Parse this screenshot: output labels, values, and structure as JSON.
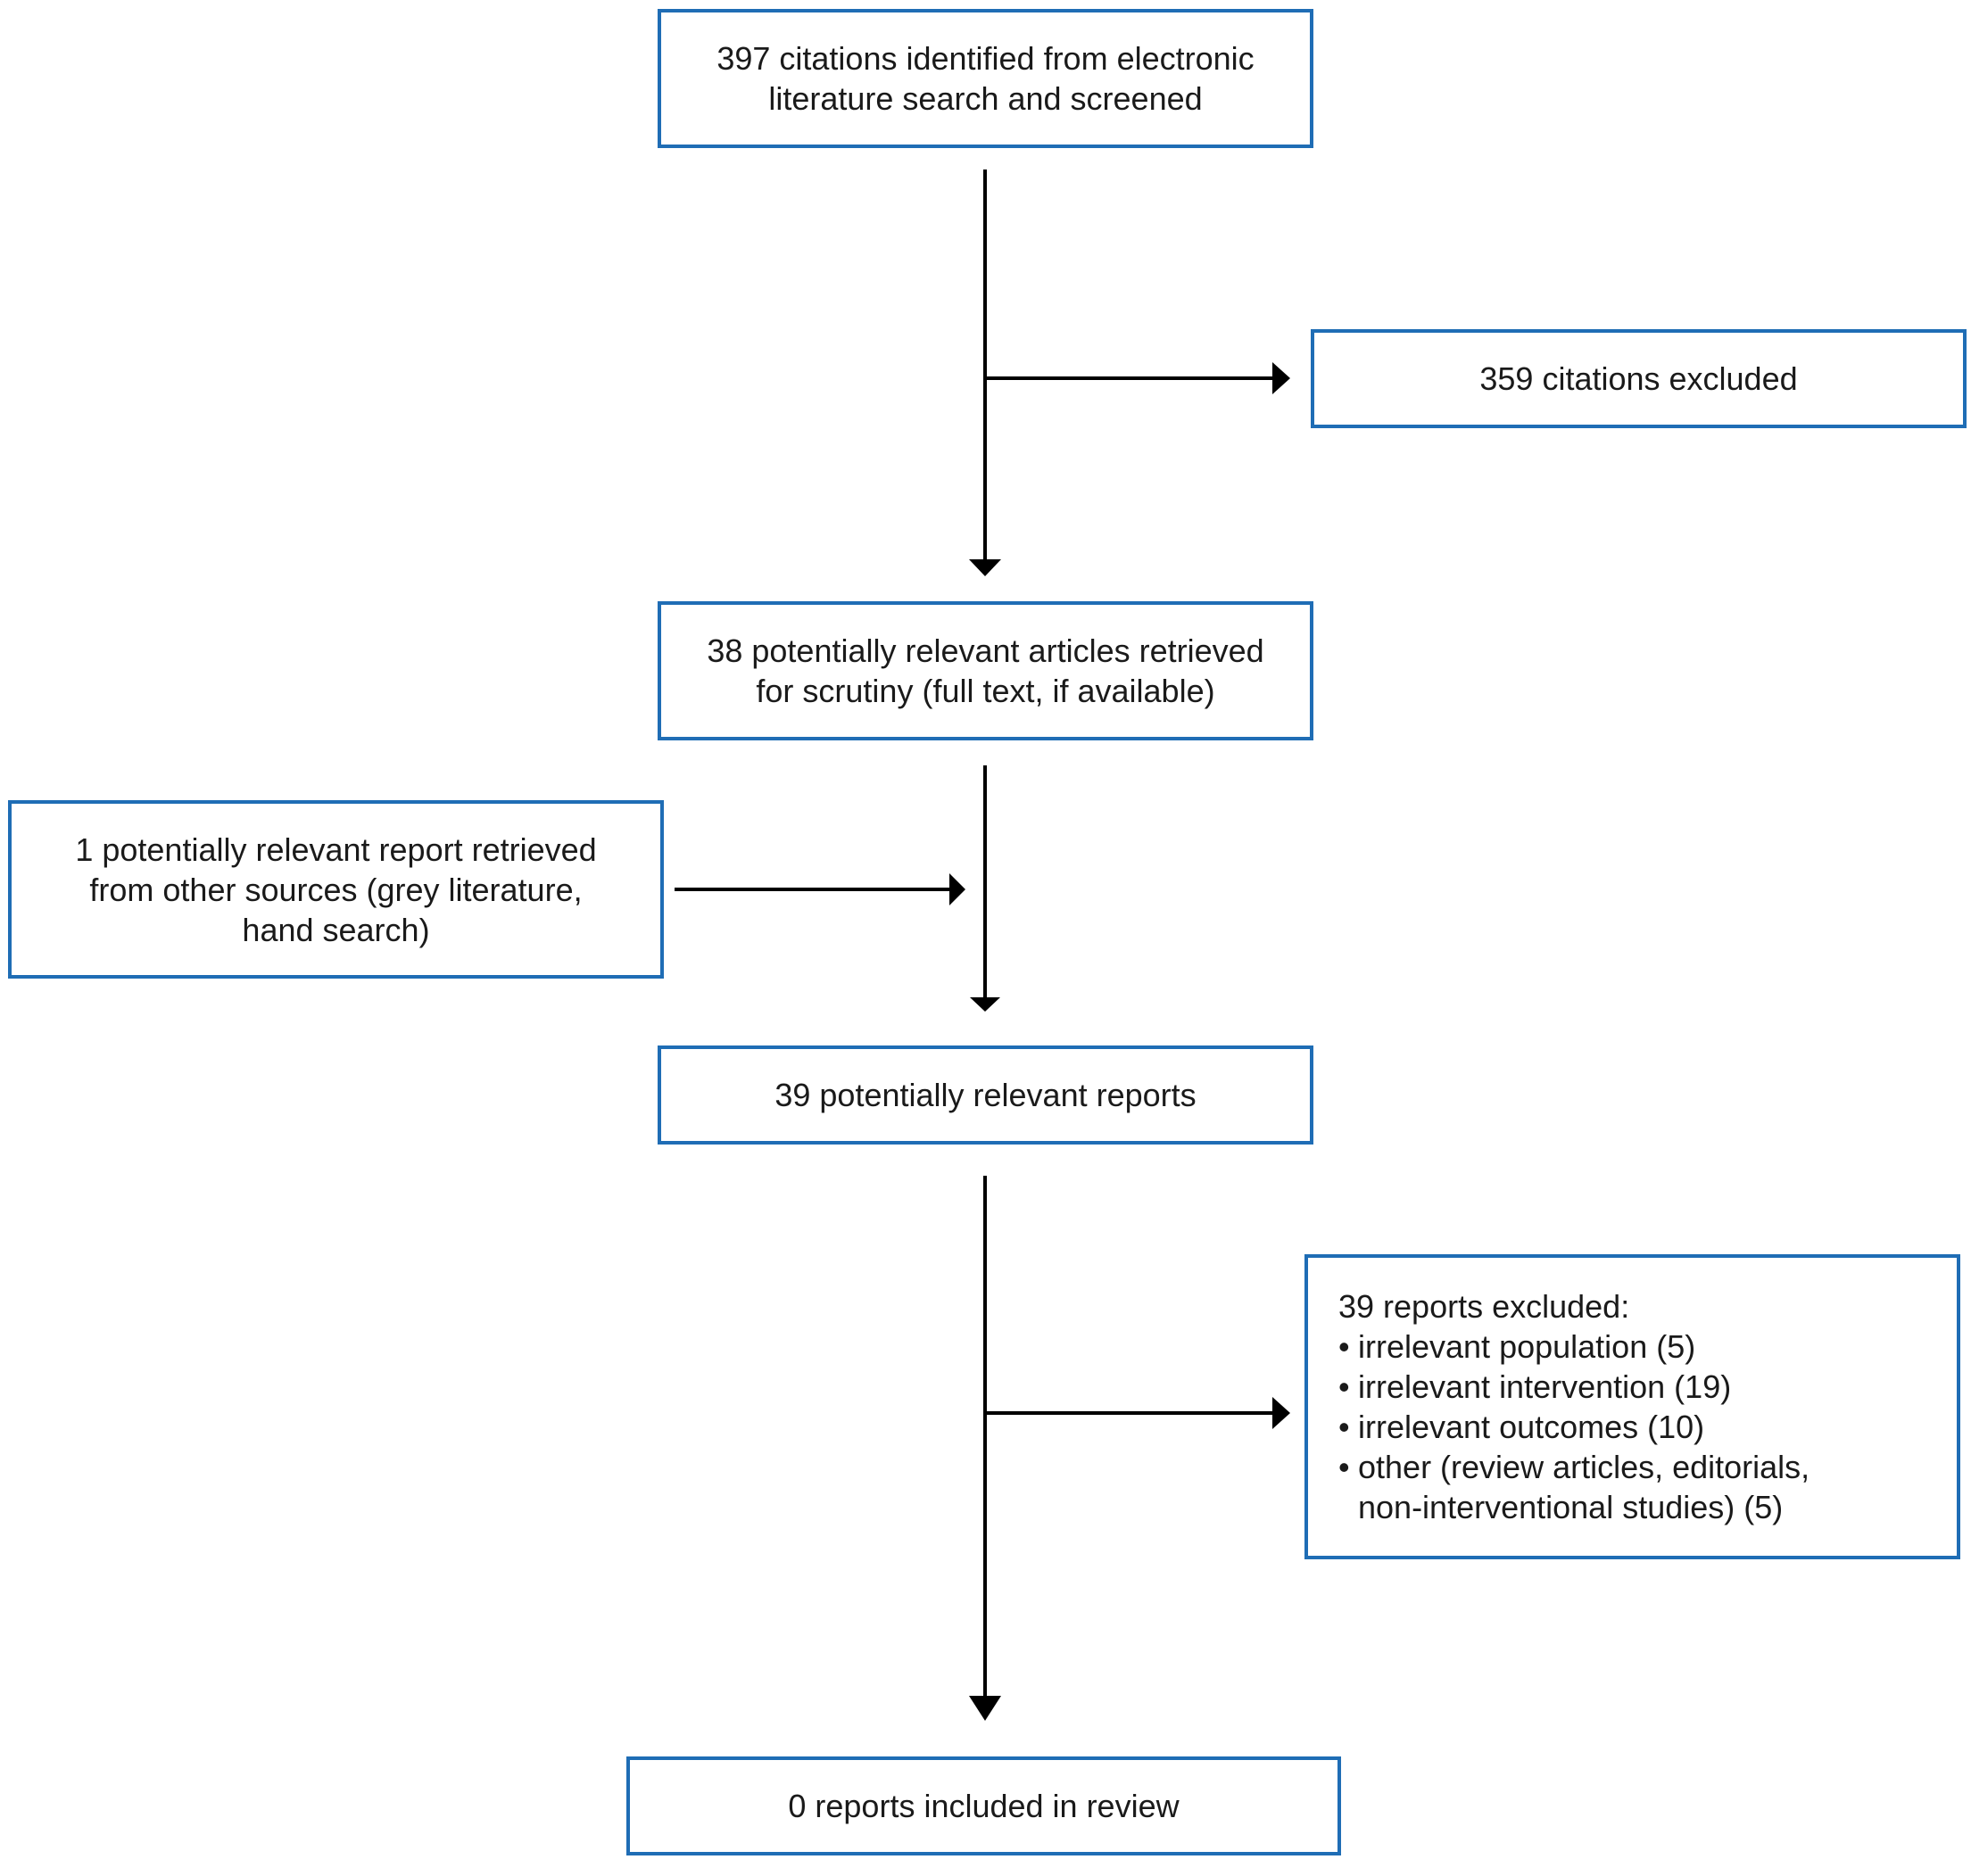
{
  "boxes": {
    "identified": [
      "397 citations identified from electronic",
      "literature search and screened"
    ],
    "excluded_citations": [
      "359 citations excluded"
    ],
    "retrieved": [
      "38 potentially relevant articles retrieved",
      "for scrutiny (full text, if available)"
    ],
    "other_sources": [
      "1 potentially relevant report retrieved",
      "from other sources (grey literature,",
      "hand search)"
    ],
    "potentially_relevant": [
      "39 potentially relevant reports"
    ],
    "reports_excluded": {
      "heading": "39 reports excluded:",
      "bullet": "•",
      "reasons": [
        [
          "irrelevant population (5)"
        ],
        [
          "irrelevant intervention (19)"
        ],
        [
          "irrelevant outcomes (10)"
        ],
        [
          "other (review articles, editorials,",
          "non-interventional studies) (5)"
        ]
      ]
    },
    "included": [
      "0 reports included in review"
    ]
  },
  "colors": {
    "box_border": "#1f6db5",
    "arrow": "#000000",
    "text": "#1a1a1a"
  }
}
